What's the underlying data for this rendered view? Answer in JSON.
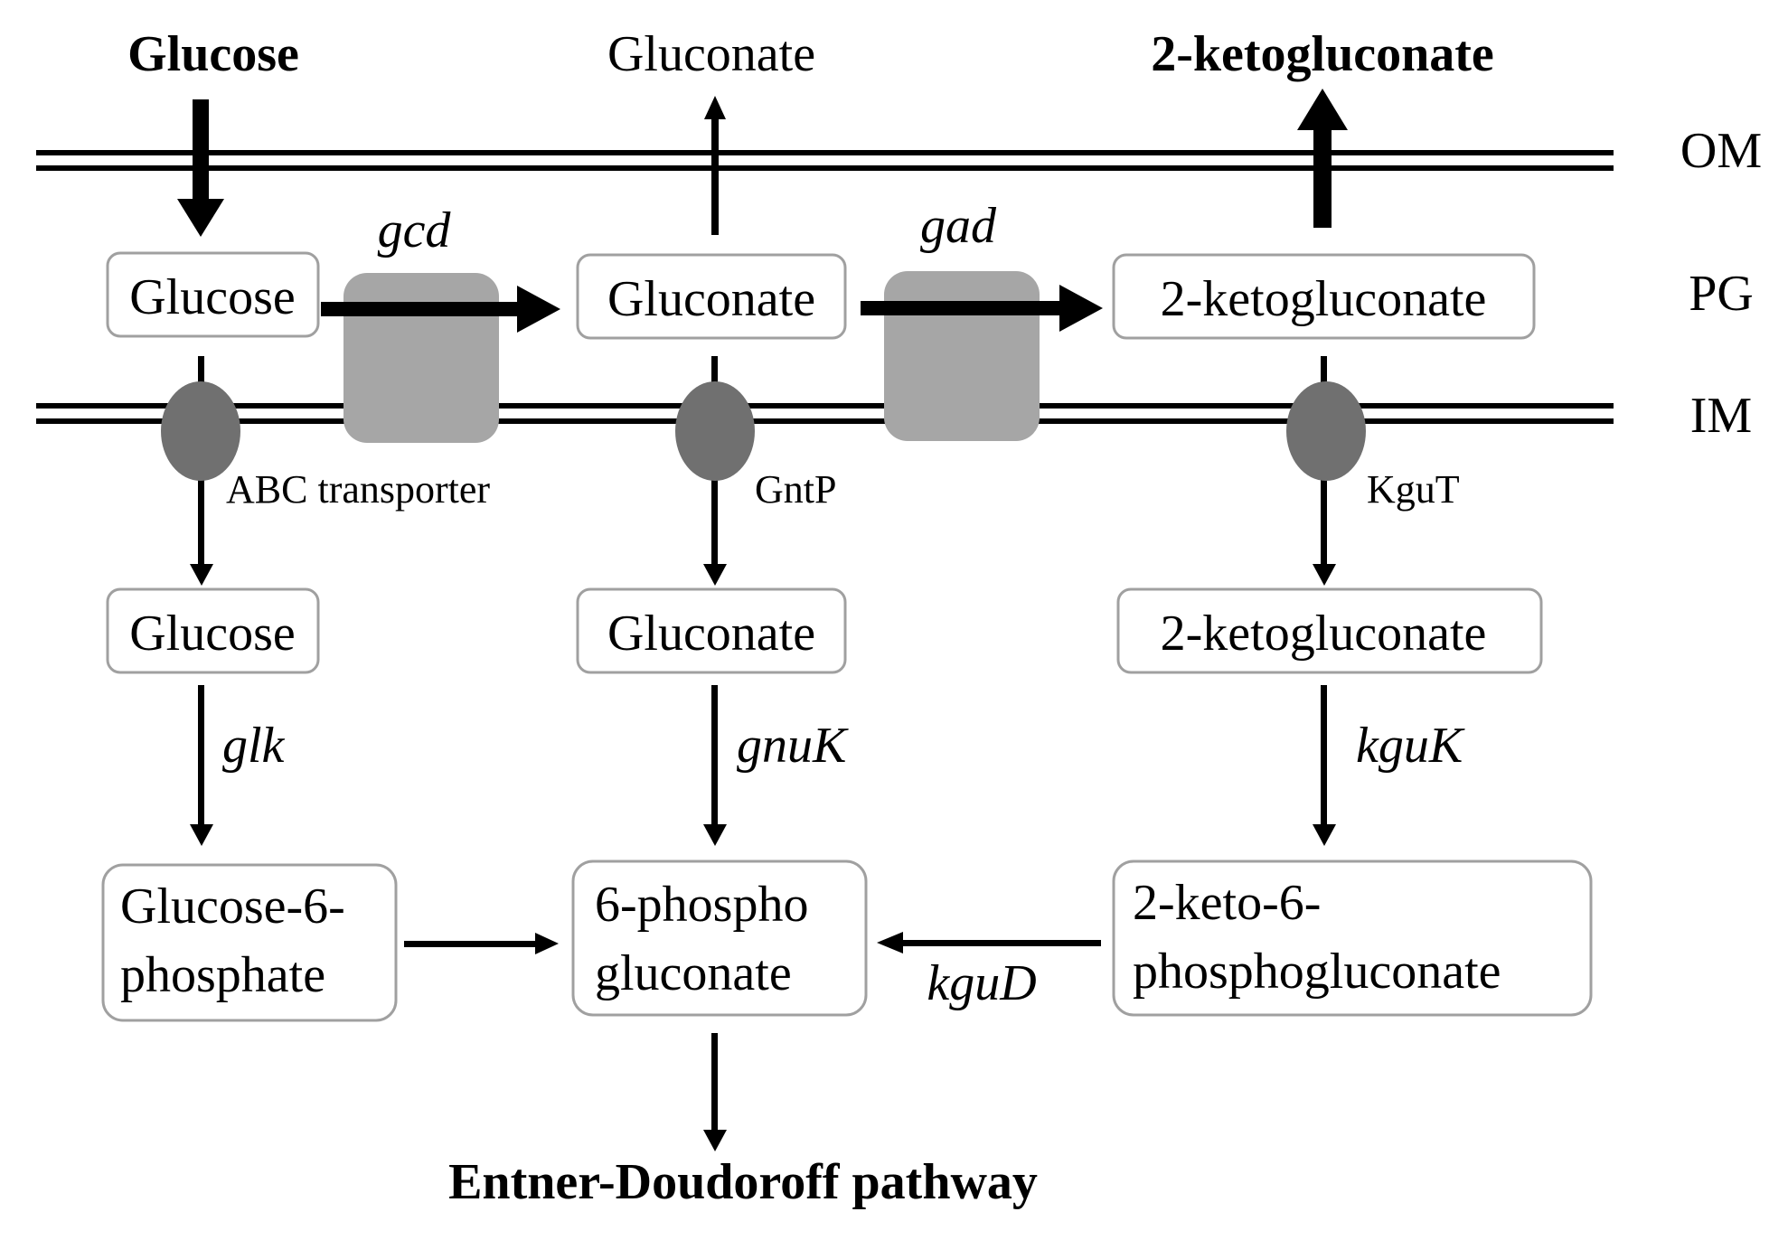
{
  "colors": {
    "node_border": "#a0a0a0",
    "enzyme_square": "#a6a6a6",
    "transporter_ellipse": "#707070",
    "arrow": "#000000",
    "membrane": "#000000"
  },
  "external": {
    "glucose": "Glucose",
    "gluconate": "Gluconate",
    "ketogluconate": "2-ketogluconate"
  },
  "layers": {
    "om": "OM",
    "pg": "PG",
    "im": "IM"
  },
  "periplasm": {
    "glucose": "Glucose",
    "gluconate": "Gluconate",
    "ketogluconate": "2-ketogluconate"
  },
  "enzymes": {
    "gcd": "gcd",
    "gad": "gad",
    "glk": "glk",
    "gnuK": "gnuK",
    "kguK": "kguK",
    "kguD": "kguD"
  },
  "transporters": {
    "abc": "ABC transporter",
    "gntp": "GntP",
    "kgut": "KguT"
  },
  "cytoplasm": {
    "glucose": "Glucose",
    "gluconate": "Gluconate",
    "ketogluconate": "2-ketogluconate"
  },
  "phosphorylated": {
    "g6p_line1": "Glucose-6-",
    "g6p_line2": "phosphate",
    "pg_line1": "6-phospho",
    "pg_line2": "gluconate",
    "kpg_line1": "2-keto-6-",
    "kpg_line2": "phosphogluconate"
  },
  "pathway": "Entner-Doudoroff pathway"
}
